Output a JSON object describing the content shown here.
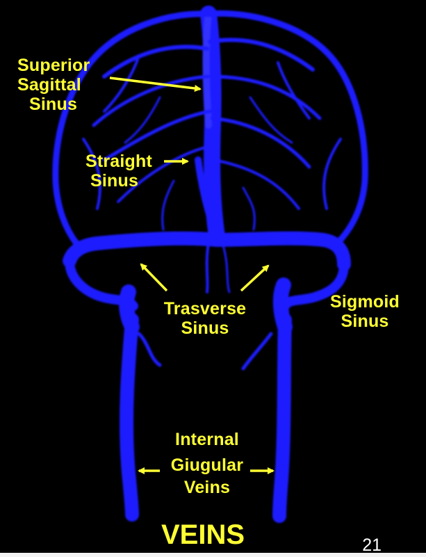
{
  "colors": {
    "background": "#000000",
    "vessel": "#1b1bff",
    "vessel_dark": "#0a0aa8",
    "label": "#ffff33"
  },
  "labels": {
    "superior_sagittal_sinus": [
      "Superior",
      "Sagittal",
      "Sinus"
    ],
    "straight_sinus": [
      "Straight",
      "Sinus"
    ],
    "transverse_sinus": [
      "Trasverse",
      "Sinus"
    ],
    "sigmoid_sinus": [
      "Sigmoid",
      "Sinus"
    ],
    "internal_jugular_veins": [
      "Internal",
      "Giugular",
      "Veins"
    ]
  },
  "title": "VEINS",
  "page_number": "21"
}
